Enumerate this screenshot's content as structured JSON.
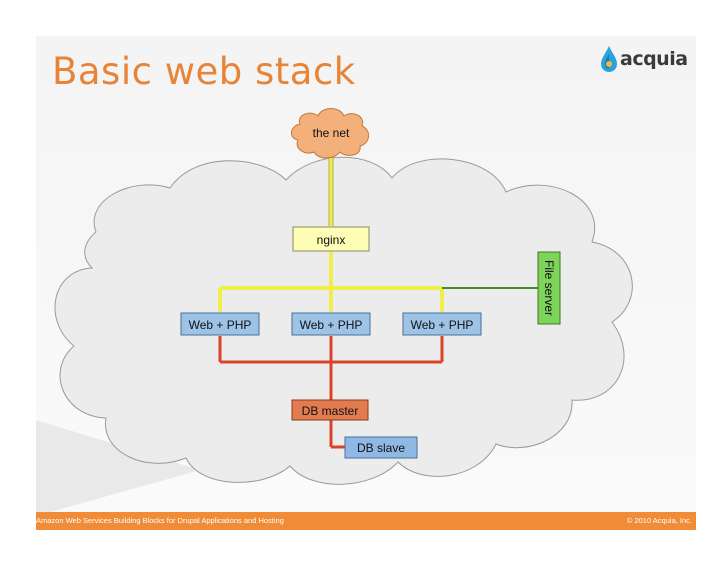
{
  "slide": {
    "title": "Basic web stack",
    "logo_text": "acquia",
    "footer_left": "Amazon Web Services Building Blocks for Drupal Applications and Hosting",
    "footer_right": "© 2010 Acquia, Inc."
  },
  "diagram": {
    "nodes": {
      "net": "the net",
      "nginx": "nginx",
      "web1": "Web + PHP",
      "web2": "Web + PHP",
      "web3": "Web + PHP",
      "file_server": "File server",
      "db_master": "DB master",
      "db_slave": "DB slave"
    },
    "colors": {
      "accent_title": "#e8843a",
      "yellow_link": "#f0ef4a",
      "green_link": "#3f8f2a",
      "red_link": "#d9432a",
      "nginx_fill": "#fdfdb6",
      "web_fill": "#9dc3e6",
      "file_server_fill": "#7ed35a",
      "db_master_fill": "#e37b50",
      "db_slave_fill": "#8fb8e4",
      "net_fill": "#f4b07a",
      "cloud_fill": "#ececec",
      "footer_bar": "#f08b37"
    }
  }
}
